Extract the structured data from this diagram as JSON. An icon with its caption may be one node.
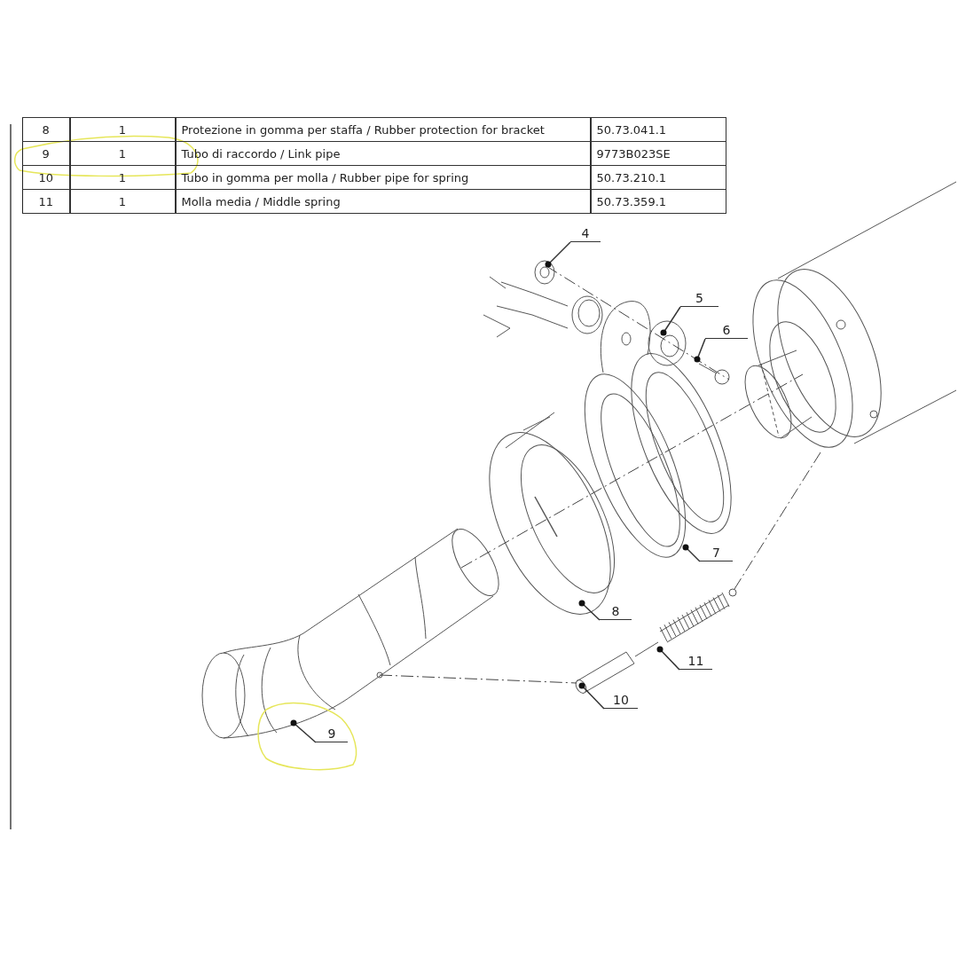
{
  "diagram": {
    "nodes": [
      {
        "text": [
          "4"
        ]
      },
      {
        "text": [
          "5"
        ]
      },
      {
        "text": [
          "6"
        ]
      },
      {
        "text": [
          "7"
        ]
      },
      {
        "text": [
          "8"
        ]
      },
      {
        "text": [
          "11"
        ]
      },
      {
        "text": [
          "10"
        ]
      },
      {
        "text": [
          "9"
        ]
      }
    ],
    "edges": [
      {
        "from": 0,
        "to": null,
        "arrow": "other"
      },
      {
        "from": 1,
        "to": null,
        "arrow": "other"
      },
      {
        "from": 2,
        "to": null,
        "arrow": "other"
      },
      {
        "from": 3,
        "to": null,
        "arrow": "other"
      },
      {
        "from": 4,
        "to": null,
        "arrow": "other"
      },
      {
        "from": 5,
        "to": null,
        "arrow": "other"
      },
      {
        "from": 6,
        "to": null,
        "arrow": "other"
      },
      {
        "from": 7,
        "to": null,
        "arrow": "other"
      }
    ],
    "labels": [
      "8",
      "1",
      "Protezione in gomma per staffa / Rubber protection for bracket",
      "50.73.041.1",
      "9",
      "1",
      "Tubo di raccordo / Link pipe",
      "9773B023SE",
      "10",
      "1",
      "Tubo in gomma per molla / Rubber pipe for spring",
      "50.73.210.1",
      "11",
      "1",
      "Molla media / Middle spring",
      "50.73.359.1"
    ]
  }
}
